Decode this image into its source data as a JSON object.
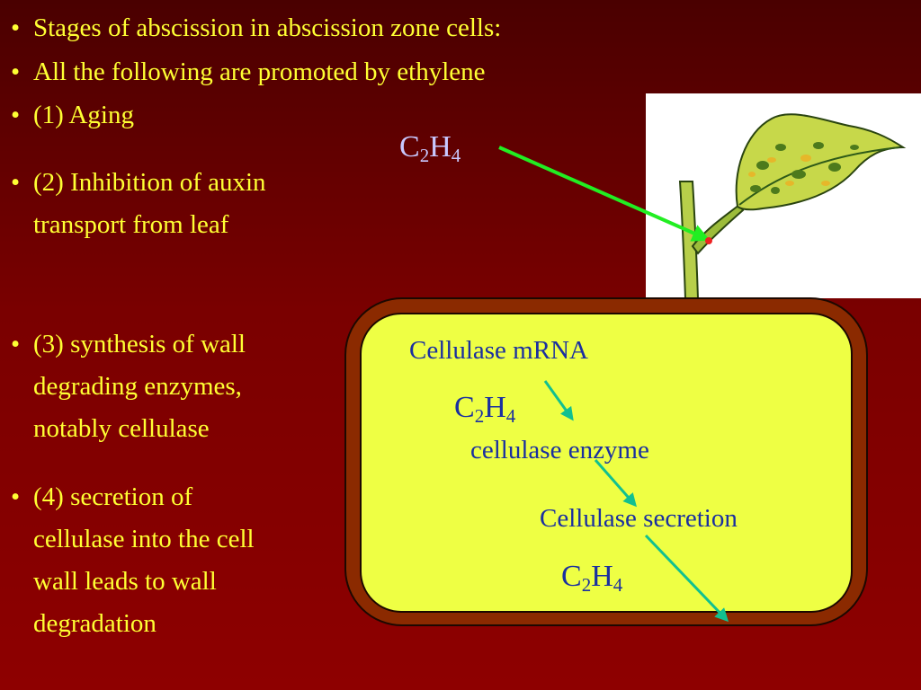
{
  "bullets": [
    {
      "text": "Stages of abscission in abscission zone cells:"
    },
    {
      "text": "All the following are promoted by ethylene"
    },
    {
      "text": "(1) Aging"
    },
    {
      "text": "(2) Inhibition of auxin\ntransport from leaf"
    },
    {
      "text": "(3) synthesis of wall\ndegrading enzymes,\nnotably cellulase"
    },
    {
      "text": "(4) secretion of\ncellulase into the cell\nwall leads to wall\ndegradation"
    }
  ],
  "formula": {
    "c": "C",
    "c_sub": "2",
    "h": "H",
    "h_sub": "4"
  },
  "cell": {
    "mrna_label": "Cellulase mRNA",
    "enzyme_label": "cellulase enzyme",
    "secretion_label": "Cellulase secretion"
  },
  "colors": {
    "background_top": "#4a0000",
    "background_bottom": "#8e0000",
    "bullet_text": "#ffff33",
    "formula_top": "#c8c8ff",
    "cell_text": "#1a2fa0",
    "cell_fill": "#eeff44",
    "cell_wall": "#8b2a00",
    "arrow_green": "#22ee22",
    "arrow_teal": "#11c090"
  }
}
